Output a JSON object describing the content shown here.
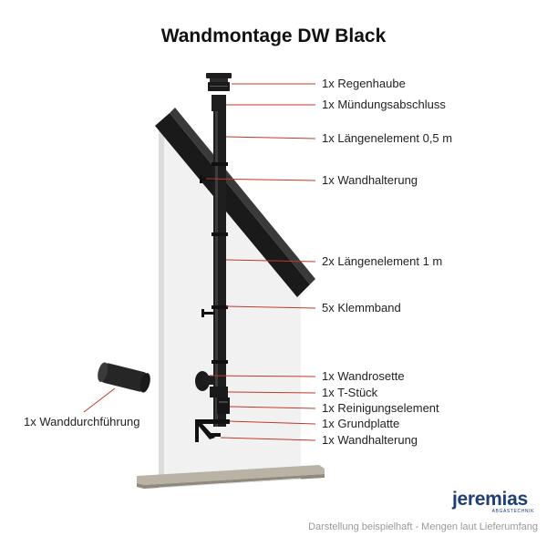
{
  "title": "Wandmontage DW Black",
  "labels": [
    {
      "text": "1x Regenhaube"
    },
    {
      "text": "1x Mündungsabschluss"
    },
    {
      "text": "1x Längenelement 0,5 m"
    },
    {
      "text": "1x Wandhalterung"
    },
    {
      "text": "2x Längenelement 1 m"
    },
    {
      "text": "5x Klemmband"
    },
    {
      "text": "1x Wandrosette"
    },
    {
      "text": "1x T-Stück"
    },
    {
      "text": "1x Reinigungselement"
    },
    {
      "text": "1x Grundplatte"
    },
    {
      "text": "1x Wandhalterung"
    }
  ],
  "left_label": "1x Wanddurchführung",
  "logo": {
    "name": "jeremias",
    "sub": "ABGASTECHNIK"
  },
  "footer": "Darstellung beispielhaft - Mengen laut Lieferumfang",
  "colors": {
    "pipe": "#1e1e1e",
    "leader": "#c0392b",
    "wall": "#f2f2f2",
    "roof": "#1a1a1a",
    "sill": "#b9b3a6",
    "logo": "#1d3e78"
  }
}
